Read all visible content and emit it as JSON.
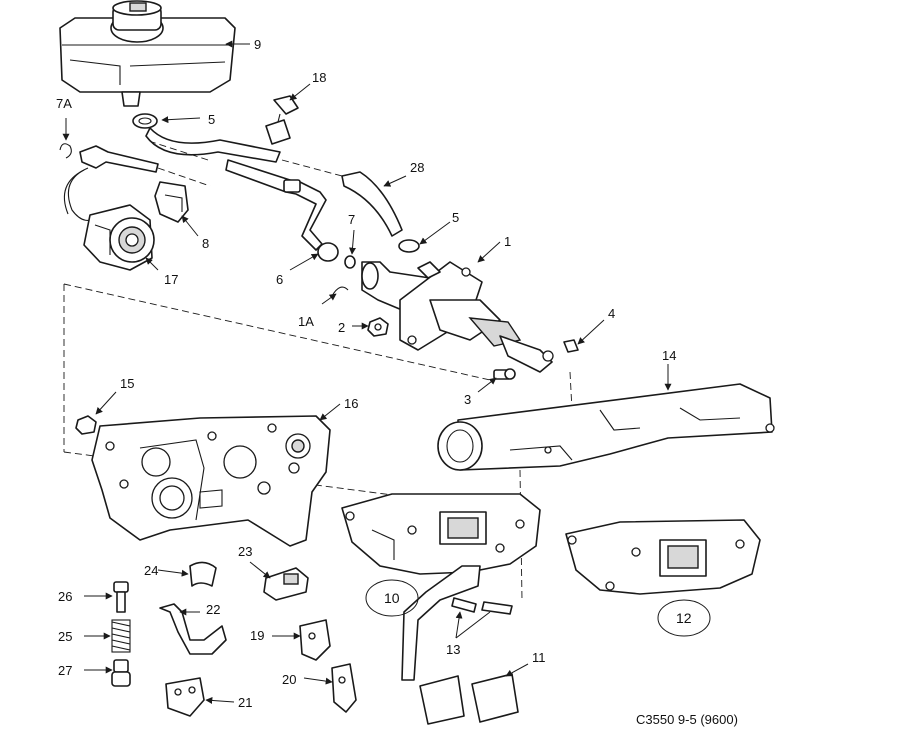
{
  "drawing_code": "C3550 9-5 (9600)",
  "callouts": {
    "c1": "1",
    "c1a": "1A",
    "c2": "2",
    "c3": "3",
    "c4": "4",
    "c5a": "5",
    "c5b": "5",
    "c6": "6",
    "c7": "7",
    "c7a": "7A",
    "c8": "8",
    "c9": "9",
    "c10": "10",
    "c11": "11",
    "c12": "12",
    "c13": "13",
    "c14": "14",
    "c15": "15",
    "c16": "16",
    "c17": "17",
    "c18": "18",
    "c19": "19",
    "c20": "20",
    "c21": "21",
    "c22": "22",
    "c23": "23",
    "c24": "24",
    "c25": "25",
    "c26": "26",
    "c27": "27",
    "c28": "28"
  }
}
